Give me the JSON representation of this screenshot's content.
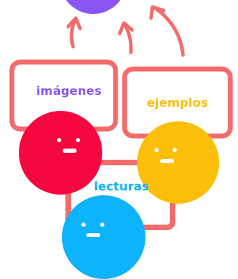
{
  "labels": {
    "imagenes": "imágenes",
    "ejemplos": "ejemplos",
    "lecturas": "lecturas"
  },
  "colors": {
    "outline": "#f46b6b",
    "top_circle": "#8a56f2",
    "red_face": "#f5073f",
    "yellow_face": "#fbbf0a",
    "blue_face": "#0db3fb",
    "imagenes_text": "#8a56f2",
    "ejemplos_text": "#fbbf0a",
    "lecturas_text": "#0db3fb"
  }
}
